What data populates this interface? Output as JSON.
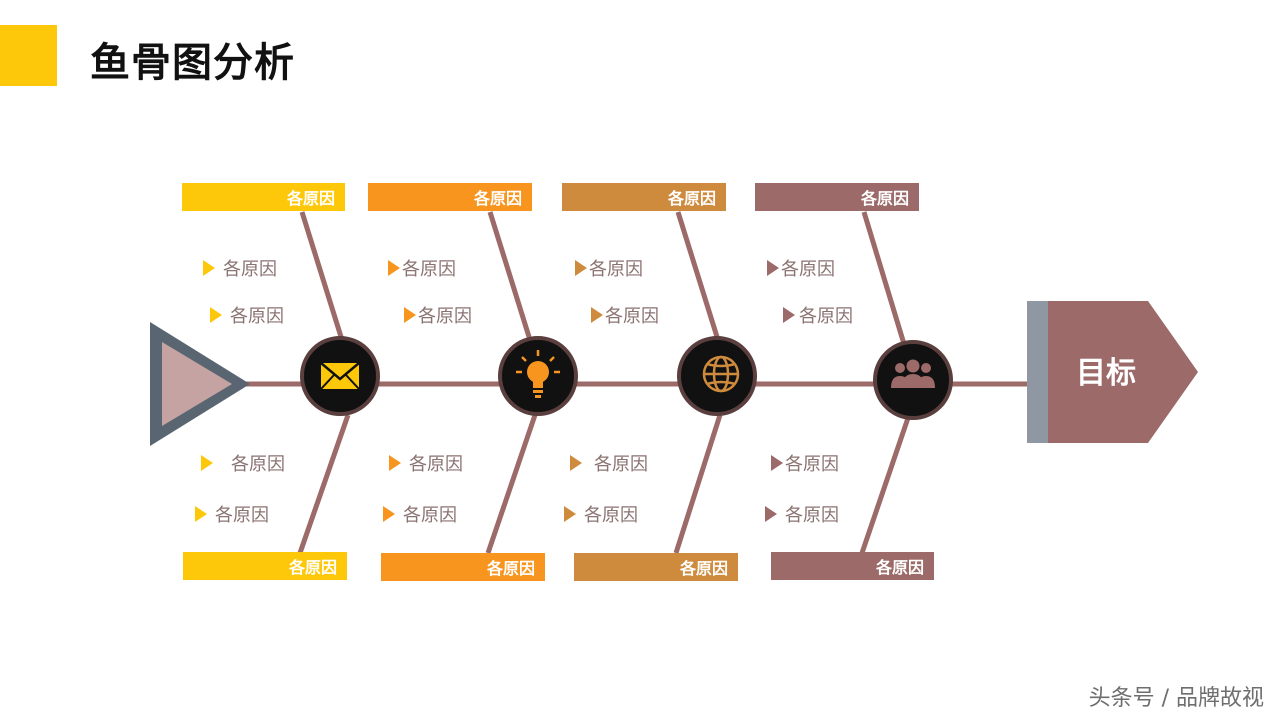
{
  "title": "鱼骨图分析",
  "goal": "目标",
  "colors": {
    "c1": "#fec80a",
    "c2": "#f7951f",
    "c3": "#cf8b3d",
    "c4": "#9b6a69",
    "spine": "#9b6a69",
    "cause_text": "#8a7370",
    "head_grey": "#5a6572",
    "head_fill": "#c6a3a3"
  },
  "ribs": [
    {
      "icon": "envelope-icon",
      "top_label": "各原因",
      "bottom_label": "各原因",
      "upper_causes": [
        "各原因",
        "各原因"
      ],
      "lower_causes": [
        "各原因",
        "各原因"
      ]
    },
    {
      "icon": "lightbulb-icon",
      "top_label": "各原因",
      "bottom_label": "各原因",
      "upper_causes": [
        "各原因",
        "各原因"
      ],
      "lower_causes": [
        "各原因",
        "各原因"
      ]
    },
    {
      "icon": "globe-icon",
      "top_label": "各原因",
      "bottom_label": "各原因",
      "upper_causes": [
        "各原因",
        "各原因"
      ],
      "lower_causes": [
        "各原因",
        "各原因"
      ]
    },
    {
      "icon": "users-icon",
      "top_label": "各原因",
      "bottom_label": "各原因",
      "upper_causes": [
        "各原因",
        "各原因"
      ],
      "lower_causes": [
        "各原因",
        "各原因"
      ]
    }
  ],
  "footer": "头条号 / 品牌故视"
}
